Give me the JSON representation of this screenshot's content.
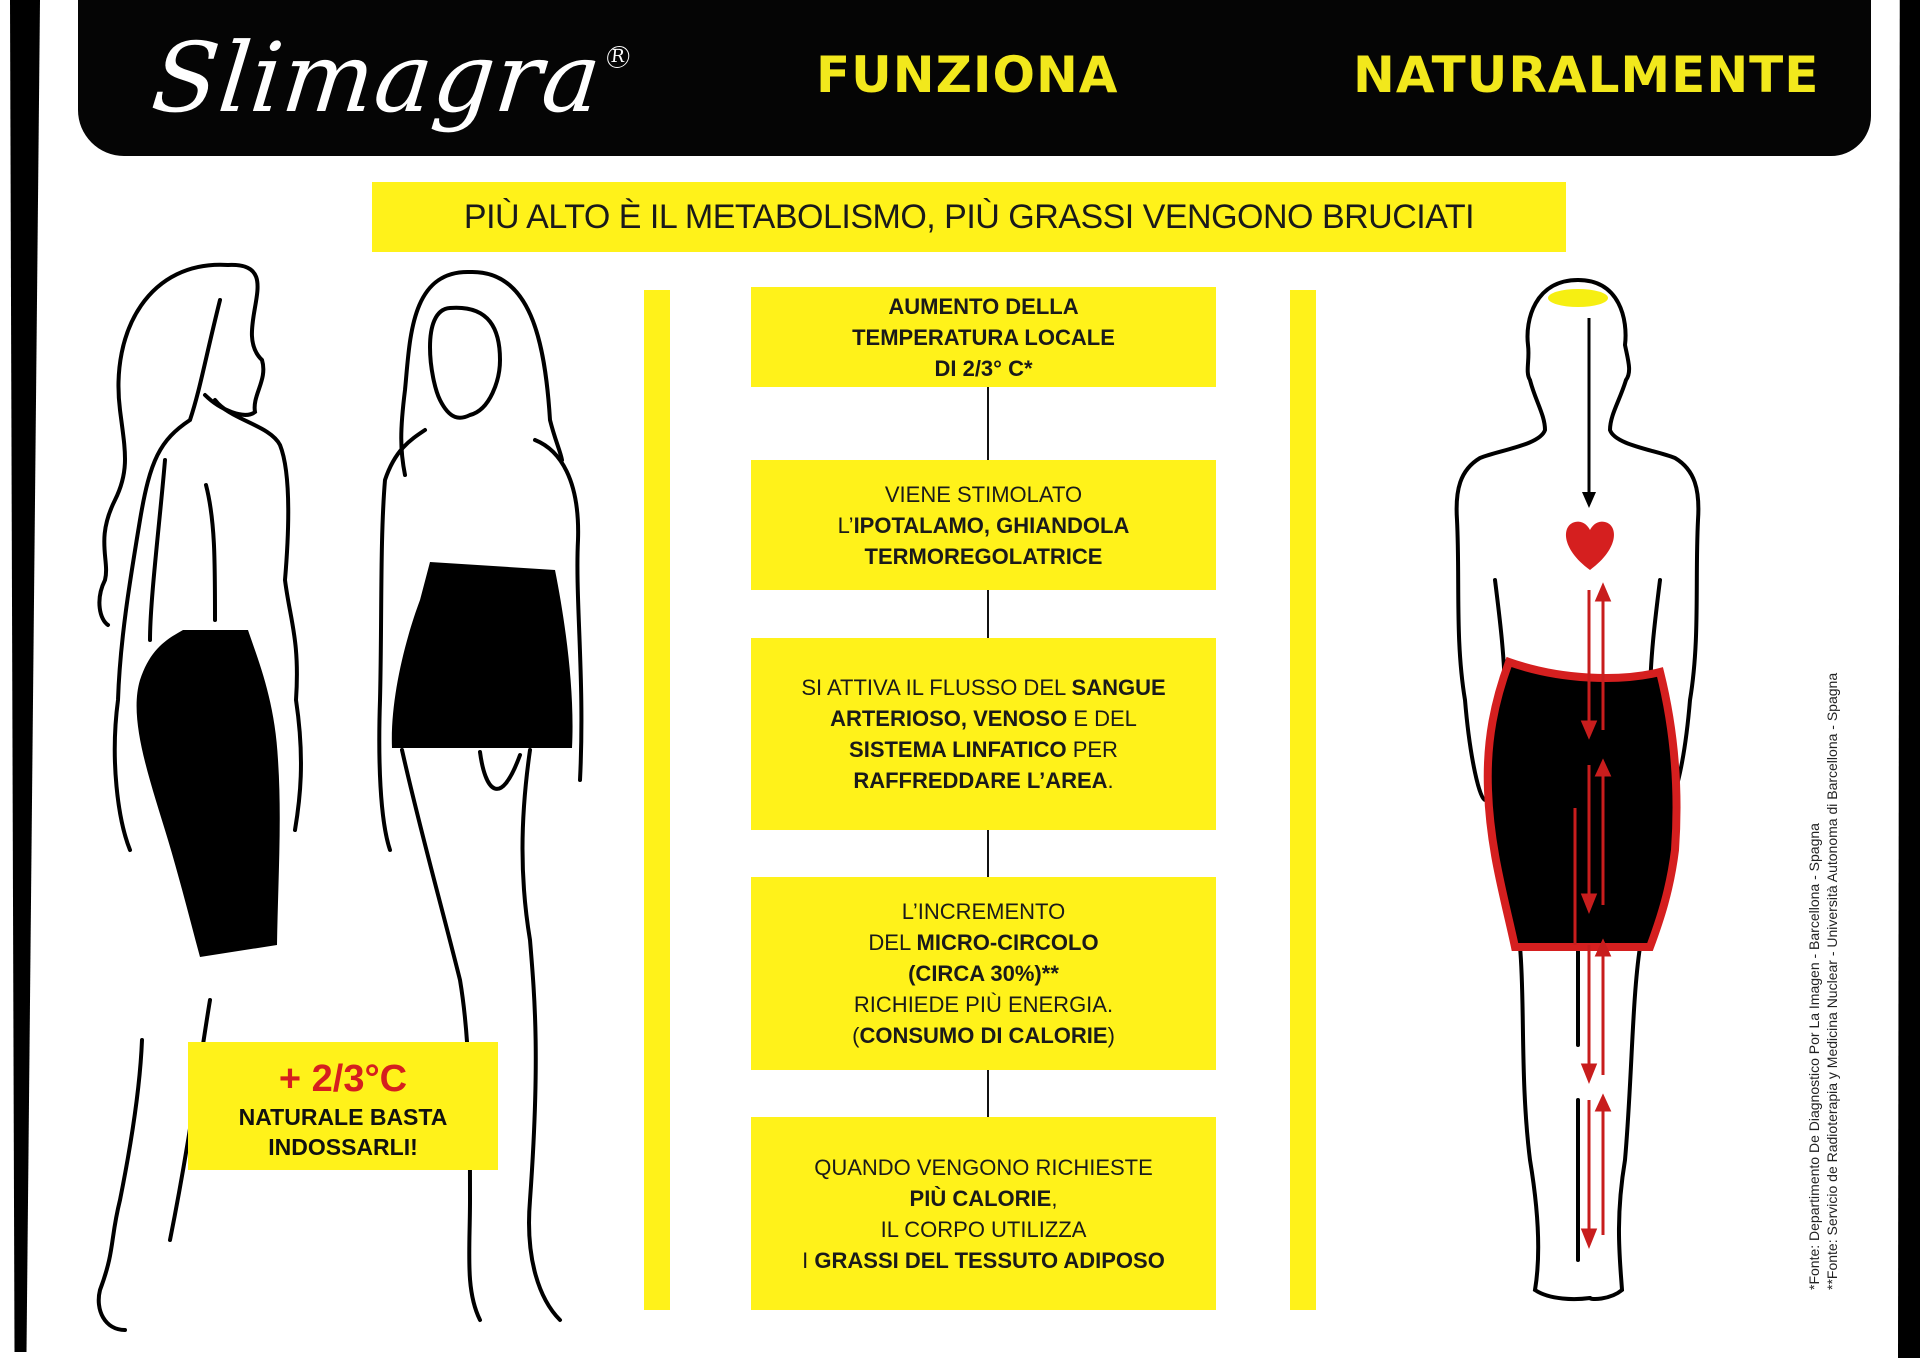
{
  "header": {
    "brand": "Slimagra",
    "registered_mark": "R",
    "headline_words": [
      "FUNZIONA",
      "NATURALMENTE"
    ]
  },
  "banner": {
    "text": "PIÙ ALTO È IL METABOLISMO, PIÙ GRASSI VENGONO BRUCIATI"
  },
  "steps": [
    {
      "lines": [
        [
          {
            "t": "AUMENTO DELLA",
            "b": true
          }
        ],
        [
          {
            "t": "TEMPERATURA LOCALE",
            "b": true
          }
        ],
        [
          {
            "t": "DI 2/3° C*",
            "b": true
          }
        ]
      ]
    },
    {
      "lines": [
        [
          {
            "t": "VIENE STIMOLATO",
            "b": false
          }
        ],
        [
          {
            "t": "L’",
            "b": false
          },
          {
            "t": "IPOTALAMO, GHIANDOLA",
            "b": true
          }
        ],
        [
          {
            "t": "TERMOREGOLATRICE",
            "b": true
          }
        ]
      ]
    },
    {
      "lines": [
        [
          {
            "t": "SI ATTIVA IL FLUSSO DEL ",
            "b": false
          },
          {
            "t": "SANGUE",
            "b": true
          }
        ],
        [
          {
            "t": "ARTERIOSO, VENOSO",
            "b": true
          },
          {
            "t": " E DEL",
            "b": false
          }
        ],
        [
          {
            "t": "SISTEMA LINFATICO",
            "b": true
          },
          {
            "t": " PER",
            "b": false
          }
        ],
        [
          {
            "t": "RAFFREDDARE L’AREA",
            "b": true
          },
          {
            "t": ".",
            "b": false
          }
        ]
      ]
    },
    {
      "lines": [
        [
          {
            "t": "L’INCREMENTO",
            "b": false
          }
        ],
        [
          {
            "t": "DEL ",
            "b": false
          },
          {
            "t": "MICRO-CIRCOLO",
            "b": true
          }
        ],
        [
          {
            "t": "(CIRCA 30%)**",
            "b": true
          }
        ],
        [
          {
            "t": "RICHIEDE PIÙ ENERGIA.",
            "b": false
          }
        ],
        [
          {
            "t": "(",
            "b": false
          },
          {
            "t": "CONSUMO DI CALORIE",
            "b": true
          },
          {
            "t": ")",
            "b": false
          }
        ]
      ]
    },
    {
      "lines": [
        [
          {
            "t": "QUANDO VENGONO RICHIESTE",
            "b": false
          }
        ],
        [
          {
            "t": "PIÙ CALORIE",
            "b": true
          },
          {
            "t": ",",
            "b": false
          }
        ],
        [
          {
            "t": "IL CORPO UTILIZZA",
            "b": false
          }
        ],
        [
          {
            "t": "I ",
            "b": false
          },
          {
            "t": "GRASSI DEL TESSUTO ADIPOSO",
            "b": true
          }
        ]
      ]
    }
  ],
  "callout": {
    "temperature": "+ 2/3°C",
    "line1": "NATURALE BASTA",
    "line2": "INDOSSARLI!"
  },
  "footnotes": [
    "*Fonte: Departimento De Diagnostico Por La Imagen - Barcellona - Spagna",
    "**Fonte: Servicio de Radioterapia y Medicina Nuclear - Università Autonoma di Barcellona - Spagna"
  ],
  "colors": {
    "yellow": "#fff21a",
    "headline_yellow": "#f2e81c",
    "black": "#050505",
    "red": "#d51f1f"
  }
}
